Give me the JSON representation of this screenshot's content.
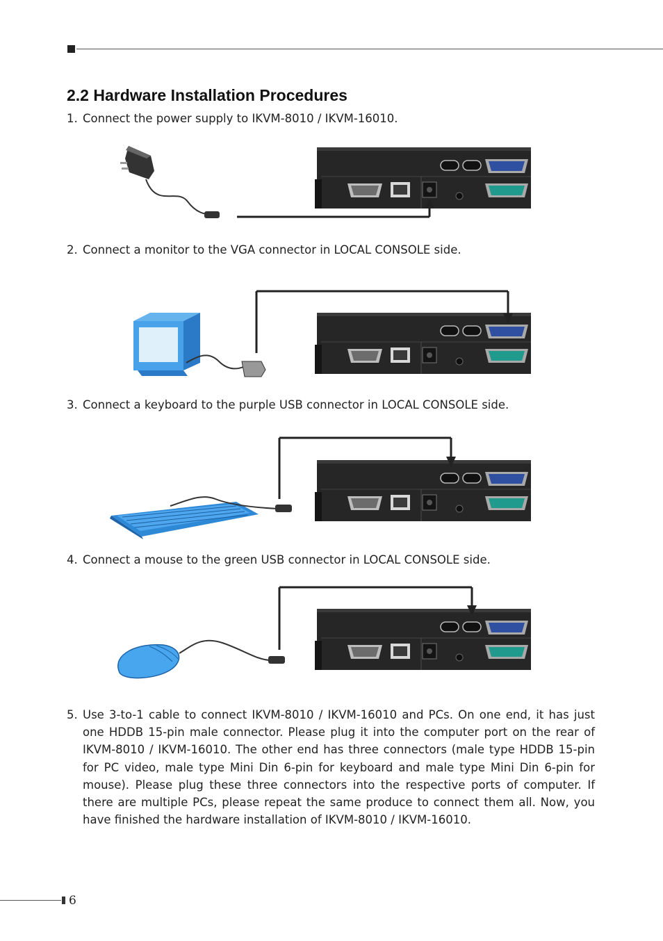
{
  "heading": "2.2 Hardware Installation Procedures",
  "steps": [
    {
      "num": "1.",
      "text": "Connect the power supply to IKVM-8010 / IKVM-16010."
    },
    {
      "num": "2.",
      "text": "Connect a monitor to the VGA connector in LOCAL CONSOLE side."
    },
    {
      "num": "3.",
      "text": "Connect a keyboard to the purple USB connector in LOCAL CONSOLE side."
    },
    {
      "num": "4.",
      "text": "Connect a mouse to the green USB connector in LOCAL CONSOLE side."
    },
    {
      "num": "5.",
      "text": "Use 3-to-1 cable to connect IKVM-8010 / IKVM-16010 and PCs. On one end, it has just one HDDB 15-pin male connector. Please plug it into the computer port on the rear of IKVM-8010 / IKVM-16010. The other end has three connectors (male type HDDB 15-pin for PC video, male type Mini Din 6-pin for keyboard and male type Mini Din 6-pin for mouse). Please plug these three connectors into the respective ports of computer. If there are multiple PCs, please repeat the same produce to connect them all. Now, you have finished the hardware installation of IKVM-8010 / IKVM-16010."
    }
  ],
  "page_number": "6",
  "colors": {
    "vga_blue": "#2f4fa0",
    "vga_green": "#1f9a8c",
    "device_body": "#232323",
    "peripheral_blue": "#3d9be6"
  },
  "icons": [
    "power-adapter-icon",
    "monitor-icon",
    "keyboard-icon",
    "mouse-icon",
    "kvm-switch-rear-panel"
  ]
}
